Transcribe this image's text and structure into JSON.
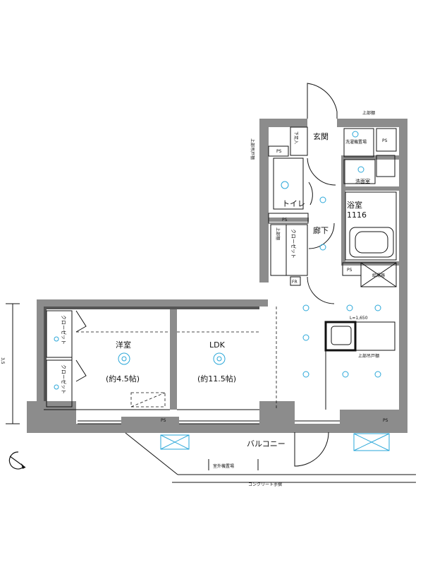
{
  "rooms": {
    "genkan": "玄関",
    "toilet": "トイレ",
    "senmen": "洗面室",
    "yokushitsu": "浴室",
    "bath_size": "1116",
    "rouka": "廊下",
    "closet_hall": "クローゼット",
    "closet_left_top": "クローゼット",
    "closet_left_bottom": "クローゼット",
    "youshitsu": "洋室",
    "youshitsu_size": "(約4.5帖)",
    "ldk": "LDK",
    "ldk_size": "(約11.5帖)",
    "balcony": "バルコニー"
  },
  "small_labels": {
    "ps": "PS",
    "fr": "FR",
    "shoebox": "下足入",
    "washer": "洗濯機置場",
    "upper_cabinet_top": "上部棚",
    "upper_cabinet_kitchen": "上部吊戸棚",
    "upper_cabinet_left": "上部吊戸棚",
    "upper_cabinet_closet": "上部棚",
    "cl_height": "L=1,650",
    "outdoor_unit": "室外機置場",
    "handrail": "コンクリート手摺",
    "water_heater": "給湯器",
    "dim_mark": "3,5"
  },
  "colors": {
    "wall": "#8c8c8c",
    "line": "#111111",
    "fixture": "#2aa7d9"
  },
  "icons": [
    "ceiling-light-icon",
    "compass-icon",
    "outlet-icon"
  ]
}
